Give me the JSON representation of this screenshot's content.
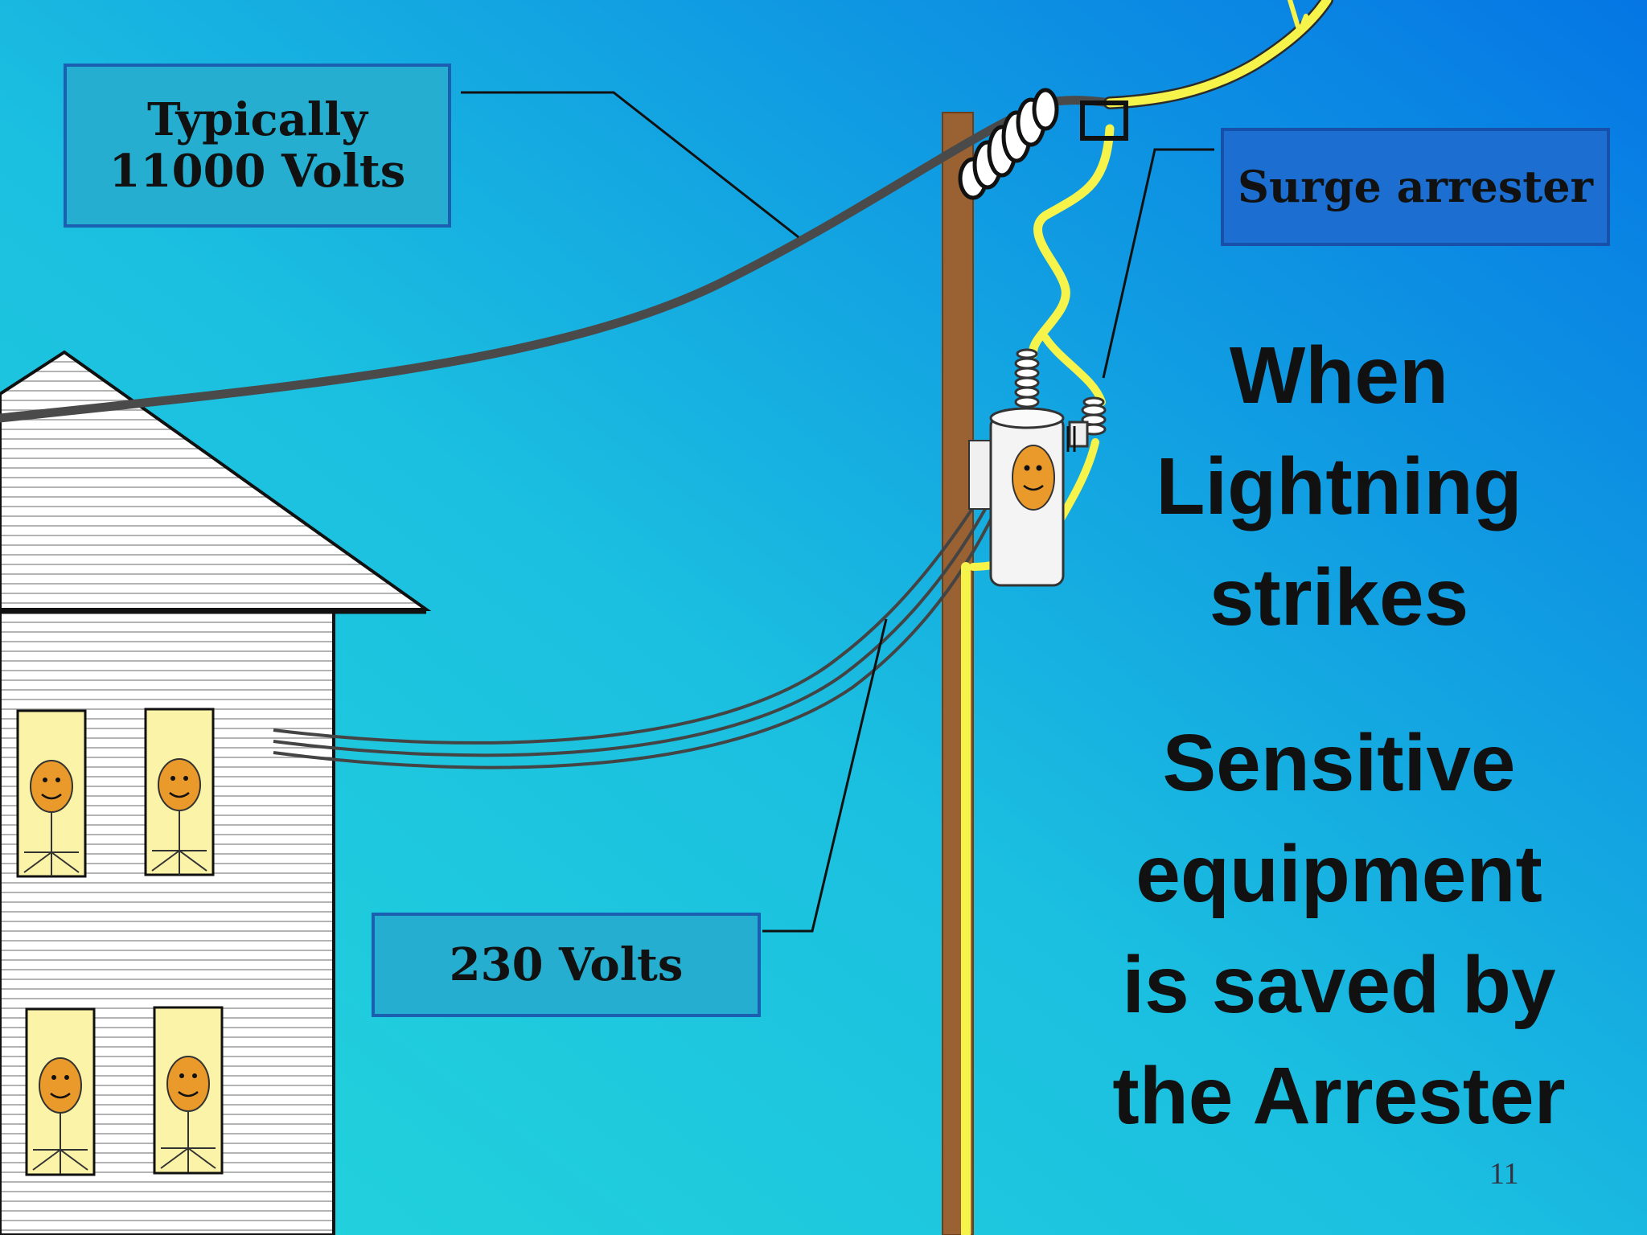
{
  "labels": {
    "high_voltage": [
      "Typically",
      "11000 Volts"
    ],
    "low_voltage": "230 Volts",
    "arrester": "Surge arrester"
  },
  "heading": {
    "when": "When",
    "lightning": "Lightning",
    "strikes": "strikes"
  },
  "message": {
    "line1": "Sensitive",
    "line2": "equipment",
    "line3": "is saved by",
    "line4": "the Arrester"
  },
  "page_number": "11",
  "colors": {
    "background_top_right": "#0a7ee6",
    "background_bottom_left": "#22d3dc",
    "label_box": "#25aecf",
    "label_box_dark": "#1c6fd0",
    "wire_hv": "#4a4a4a",
    "lightning_path": "#f6f34a",
    "pole": "#9a6233",
    "face": "#e99a2b",
    "window": "#fbf3a8"
  },
  "icons": [
    "house-icon",
    "utility-pole-icon",
    "insulator-icon",
    "transformer-icon",
    "surge-arrester-icon",
    "person-icon"
  ]
}
